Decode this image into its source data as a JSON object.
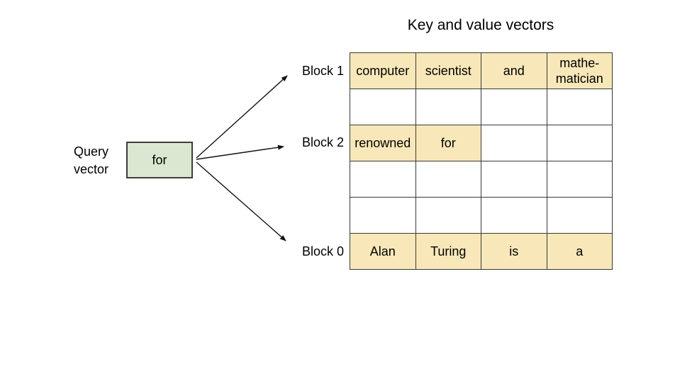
{
  "title": "Key and value vectors",
  "query": {
    "label": "Query\nvector",
    "token": "for"
  },
  "blocks": [
    {
      "label": "Block 1"
    },
    {
      "label": "Block 2"
    },
    {
      "label": "Block 0"
    }
  ],
  "kv_table": {
    "columns": 4,
    "rows": [
      {
        "cells": [
          {
            "text": "computer",
            "highlighted": true
          },
          {
            "text": "scientist",
            "highlighted": true
          },
          {
            "text": "and",
            "highlighted": true
          },
          {
            "text": "mathe-\nmatician",
            "highlighted": true
          }
        ]
      },
      {
        "cells": [
          {
            "text": "",
            "highlighted": false
          },
          {
            "text": "",
            "highlighted": false
          },
          {
            "text": "",
            "highlighted": false
          },
          {
            "text": "",
            "highlighted": false
          }
        ]
      },
      {
        "cells": [
          {
            "text": "renowned",
            "highlighted": true
          },
          {
            "text": "for",
            "highlighted": true
          },
          {
            "text": "",
            "highlighted": false
          },
          {
            "text": "",
            "highlighted": false
          }
        ]
      },
      {
        "cells": [
          {
            "text": "",
            "highlighted": false
          },
          {
            "text": "",
            "highlighted": false
          },
          {
            "text": "",
            "highlighted": false
          },
          {
            "text": "",
            "highlighted": false
          }
        ]
      },
      {
        "cells": [
          {
            "text": "",
            "highlighted": false
          },
          {
            "text": "",
            "highlighted": false
          },
          {
            "text": "",
            "highlighted": false
          },
          {
            "text": "",
            "highlighted": false
          }
        ]
      },
      {
        "cells": [
          {
            "text": "Alan",
            "highlighted": true
          },
          {
            "text": "Turing",
            "highlighted": true
          },
          {
            "text": "is",
            "highlighted": true
          },
          {
            "text": "a",
            "highlighted": true
          }
        ]
      }
    ]
  },
  "colors": {
    "highlight_cell": "#f8e8b9",
    "query_box": "#dce7d2",
    "table_border": "#383838",
    "arrow": "#111111",
    "background": "#ffffff",
    "text": "#000000"
  }
}
